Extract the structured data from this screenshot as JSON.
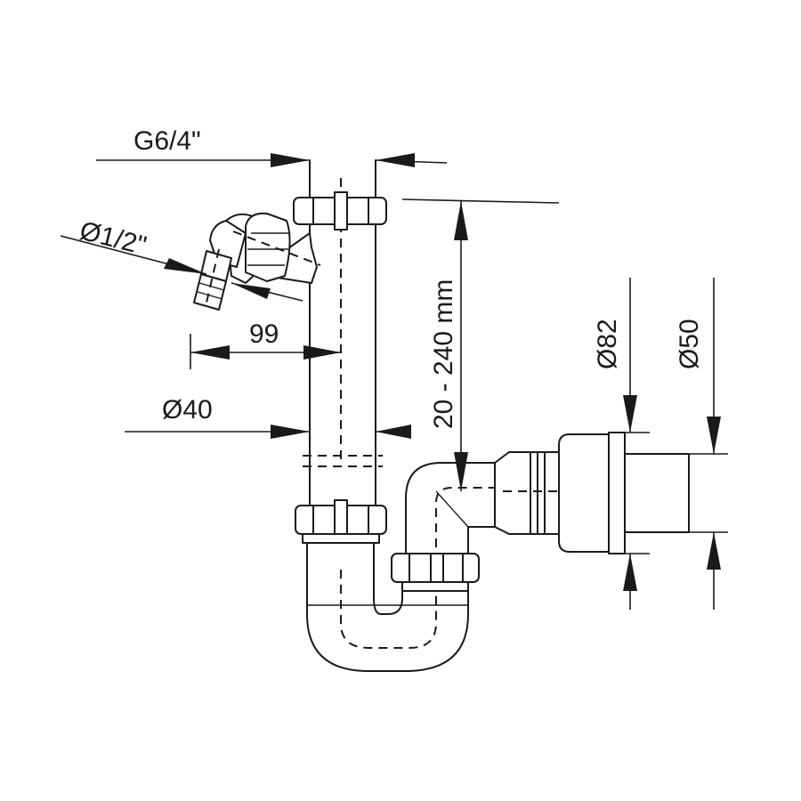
{
  "labels": {
    "thread": "G6/4\"",
    "hose_connector": "Ø1/2\"",
    "offset": "99",
    "pipe_diameter": "Ø40",
    "height_range": "20 - 240 mm",
    "socket_outer": "Ø82",
    "outlet_diameter": "Ø50"
  },
  "colors": {
    "line": "#1a1a1a",
    "background": "#ffffff"
  }
}
